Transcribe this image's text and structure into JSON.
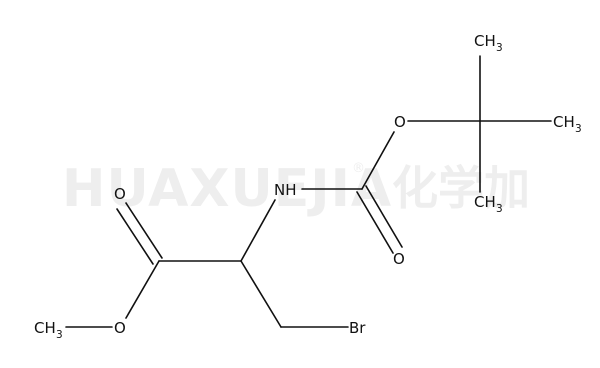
{
  "watermark": {
    "latin": "HUAXUEJIA",
    "registered": "®",
    "cjk": "化学加"
  },
  "atoms": {
    "o_ester_double": "O",
    "o_ester_single": "O",
    "methyl_left": {
      "base": "CH",
      "sub": "3"
    },
    "nh": "NH",
    "br": "Br",
    "o_carbamate_double": "O",
    "o_carbamate_single": "O",
    "methyl_top": {
      "base": "CH",
      "sub": "3"
    },
    "methyl_right": {
      "base": "CH",
      "sub": "3"
    },
    "methyl_bottom": {
      "base": "CH",
      "sub": "3"
    }
  }
}
